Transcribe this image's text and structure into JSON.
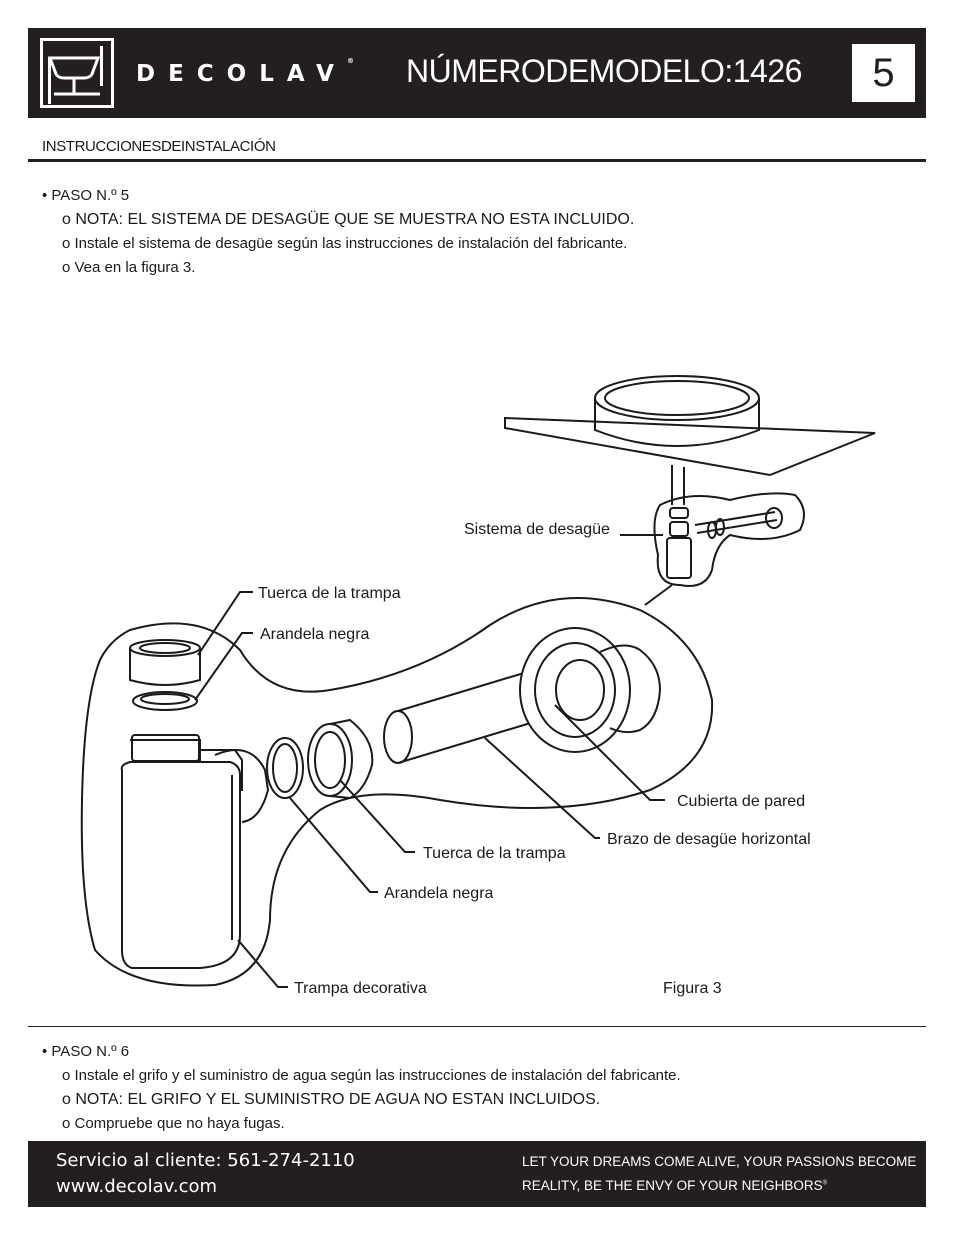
{
  "header": {
    "brand": "DECOLAV",
    "brand_mark": "®",
    "model_title": "NÚMERODEMODELO:1426",
    "page_number": "5"
  },
  "section_title": "INSTRUCCIONESDEINSTALACIÓN",
  "step5": {
    "title": "• PASO N.º 5",
    "items": [
      "o NOTA: EL SISTEMA DE DESAGÜE QUE SE MUESTRA NO ESTA INCLUIDO.",
      "o Instale el sistema de desagüe según las instrucciones de instalación del fabricante.",
      "o Vea en la figura 3."
    ]
  },
  "figure": {
    "labels": {
      "sistema": "Sistema de desagüe",
      "tuerca_top": "Tuerca de la trampa",
      "arandela_top": "Arandela negra",
      "cubierta": "Cubierta de pared",
      "brazo": "Brazo de desagüe horizontal",
      "tuerca_bottom": "Tuerca de la trampa",
      "arandela_bottom": "Arandela negra",
      "trampa": "Trampa decorativa"
    },
    "caption": "Figura 3"
  },
  "step6": {
    "title": "• PASO N.º 6",
    "items": [
      "o Instale el grifo y el suministro de agua según las instrucciones de instalación del fabricante.",
      "o NOTA: EL GRIFO Y EL SUMINISTRO DE AGUA NO ESTAN INCLUIDOS.",
      "o Compruebe que no haya fugas."
    ]
  },
  "footer": {
    "phone": "Servicio al cliente: 561-274-2110",
    "website": "www.decolav.com",
    "slogan_line1": "LET  YOUR DREAMS COME ALIVE, YOUR PASSIONS BECOME",
    "slogan_line2": "REALITY, BE THE ENVY OF YOUR NEIGHBORS",
    "slogan_mark": "®"
  },
  "colors": {
    "header_bg": "#231f20",
    "text": "#1a1a1a"
  }
}
